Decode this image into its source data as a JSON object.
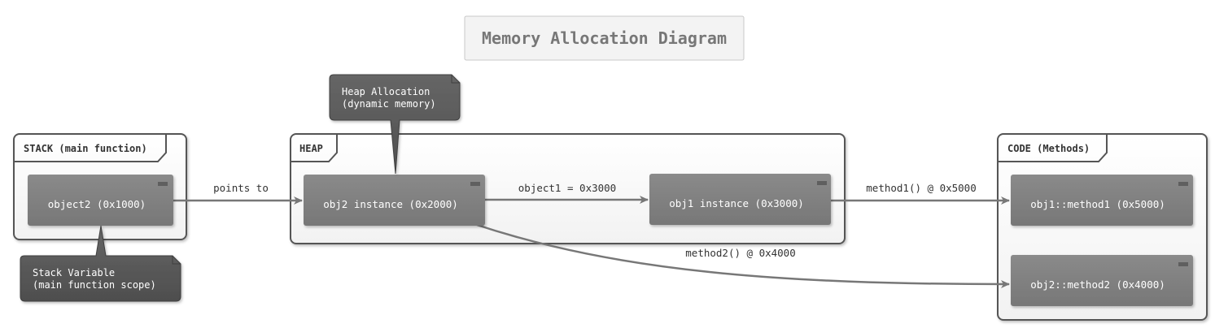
{
  "title": "Memory Allocation Diagram",
  "packages": {
    "stack": "STACK (main function)",
    "heap": "HEAP",
    "code": "CODE (Methods)"
  },
  "nodes": {
    "object2": "object2 (0x1000)",
    "obj2_instance": "obj2 instance (0x2000)",
    "obj1_instance": "obj1 instance (0x3000)",
    "obj1_method1": "obj1::method1 (0x5000)",
    "obj2_method2": "obj2::method2 (0x4000)"
  },
  "edges": {
    "points_to": "points to",
    "object1": "object1 = 0x3000",
    "method1": "method1() @ 0x5000",
    "method2": "method2() @ 0x4000"
  },
  "notes": {
    "heap_line1": "Heap Allocation",
    "heap_line2": "(dynamic memory)",
    "stack_line1": "Stack Variable",
    "stack_line2": "(main function scope)"
  },
  "colors": {
    "node_fill": "#7f7f7f",
    "package_border": "#555555",
    "edge": "#777777",
    "note_fill": "#555555"
  }
}
